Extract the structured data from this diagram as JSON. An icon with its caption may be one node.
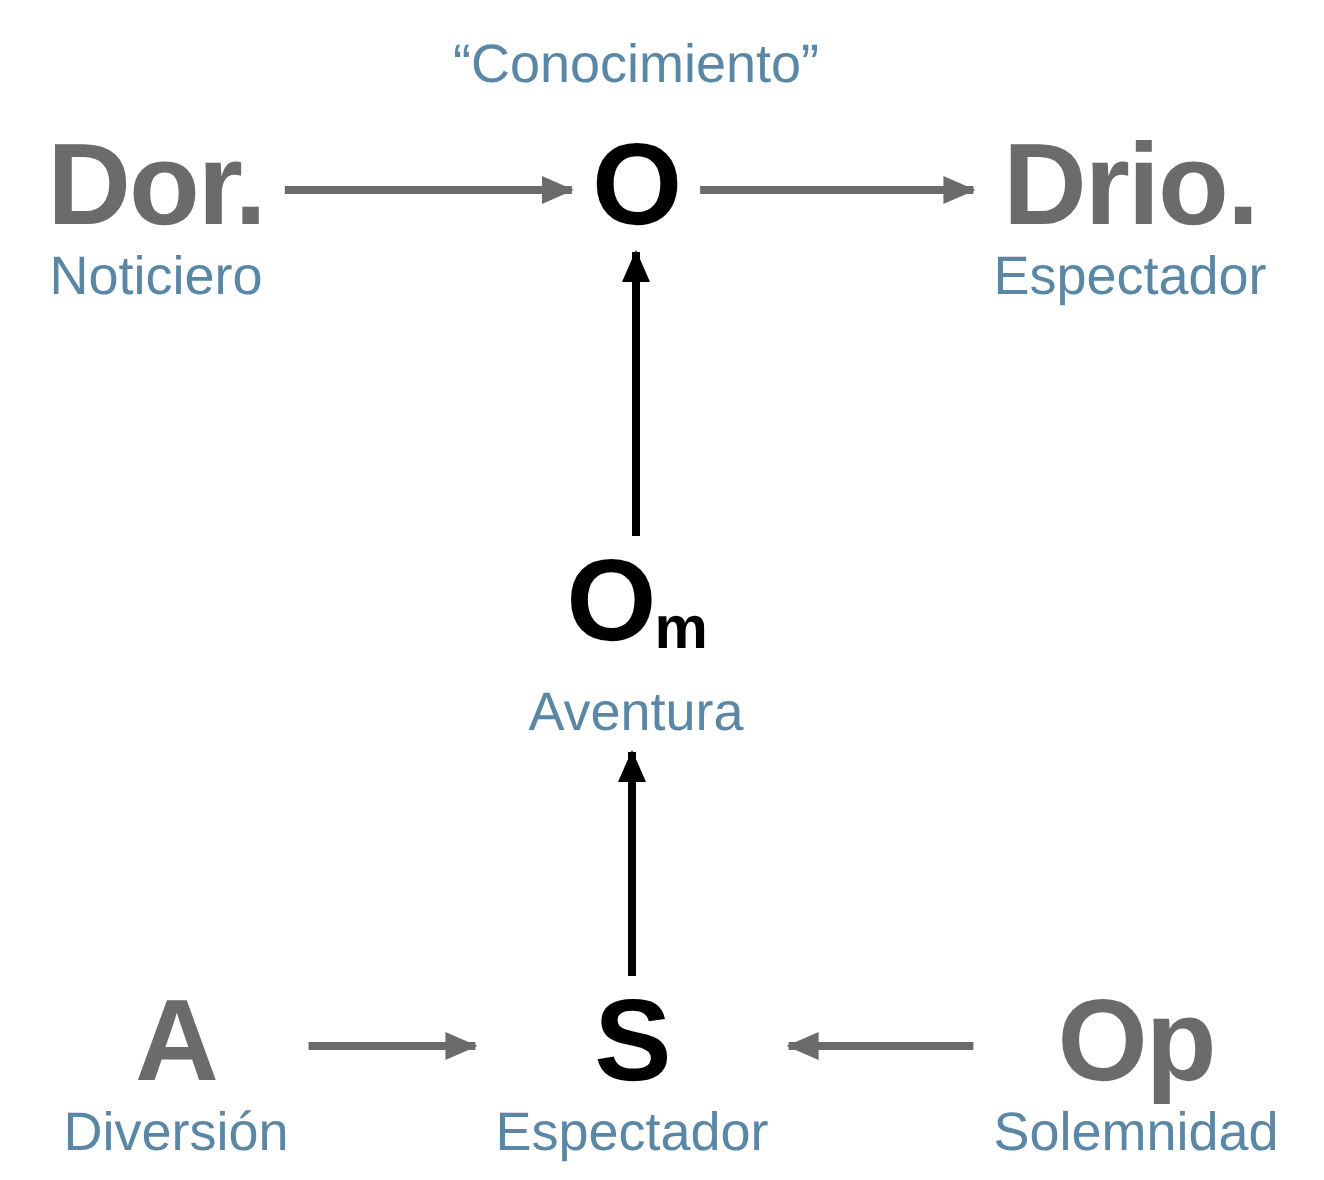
{
  "diagram": {
    "nodes": [
      {
        "text": [
          "Dor.",
          "Noticiero"
        ]
      },
      {
        "text": [
          "O"
        ],
        "beside": [
          "“Conocimiento”"
        ]
      },
      {
        "text": [
          "Drio.",
          "Espectador"
        ]
      },
      {
        "text": [
          "O$_{m}$",
          "Aventura"
        ]
      },
      {
        "text": [
          "A",
          "Diversión"
        ]
      },
      {
        "text": [
          "S",
          "Espectador"
        ]
      },
      {
        "text": [
          "Op",
          "Solemnidad"
        ]
      }
    ],
    "edges": [
      {
        "from": 0,
        "to": 1,
        "arrow": "to"
      },
      {
        "from": 1,
        "to": 2,
        "arrow": "to"
      },
      {
        "from": 3,
        "to": 1,
        "arrow": "to",
        "color": "#000000"
      },
      {
        "from": 5,
        "to": 3,
        "arrow": "to",
        "color": "#000000"
      },
      {
        "from": 4,
        "to": 5,
        "arrow": "to"
      },
      {
        "from": 6,
        "to": 5,
        "arrow": "to"
      }
    ]
  }
}
